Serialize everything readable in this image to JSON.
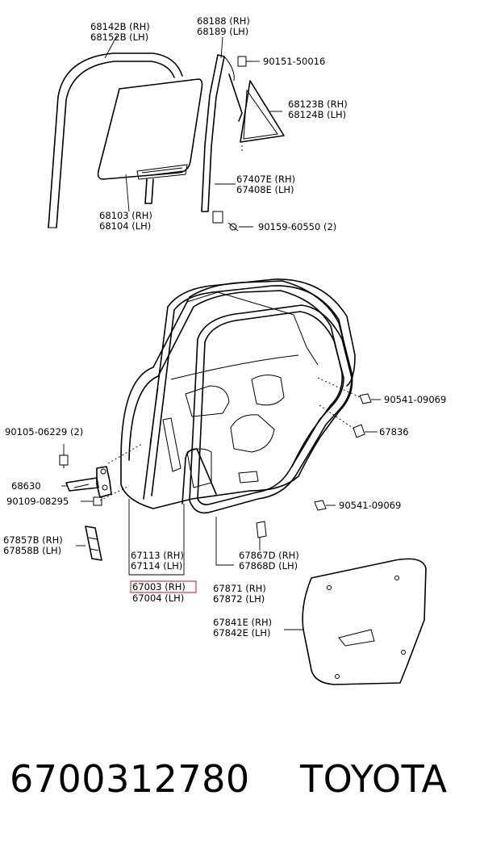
{
  "labels": {
    "l68142b": "68142B (RH)",
    "l68152b": "68152B (LH)",
    "l68188": "68188 (RH)",
    "l68189": "68189 (LH)",
    "l90151": "90151-50016",
    "l68123b": "68123B (RH)",
    "l68124b": "68124B (LH)",
    "l67407e": "67407E (RH)",
    "l67408e": "67408E (LH)",
    "l68103": "68103 (RH)",
    "l68104": "68104 (LH)",
    "l90159": "90159-60550 (2)",
    "l90541a": "90541-09069",
    "l67836": "67836",
    "l90105": "90105-06229 (2)",
    "l68630": "68630",
    "l90109": "90109-08295",
    "l90541b": "90541-09069",
    "l67857b": "67857B (RH)",
    "l67858b": "67858B (LH)",
    "l67113": "67113 (RH)",
    "l67114": "67114 (LH)",
    "l67867d": "67867D (RH)",
    "l67868d": "67868D (LH)",
    "l67003": "67003 (RH)",
    "l67004": "67004 (LH)",
    "l67871": "67871 (RH)",
    "l67872": "67872 (LH)",
    "l67841e": "67841E (RH)",
    "l67842e": "67842E (LH)"
  },
  "highlight_color": "#d9363e",
  "caption": {
    "part_number": "6700312780",
    "brand": "TOYOTA"
  }
}
